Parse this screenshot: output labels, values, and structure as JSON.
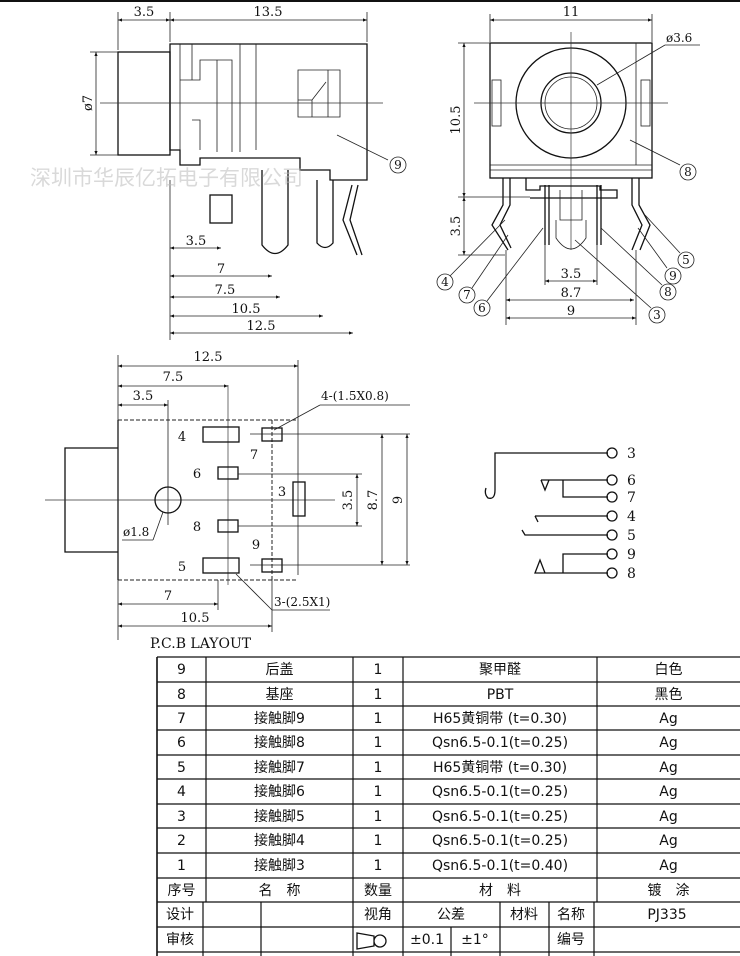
{
  "side_view": {
    "dims": {
      "front_len": "3.5",
      "body_len": "13.5",
      "diameter": "ø7",
      "d1": "3.5",
      "d2": "7",
      "d3": "7.5",
      "d4": "10.5",
      "d5": "12.5"
    },
    "callout": "9"
  },
  "front_view": {
    "dims": {
      "width": "11",
      "hole": "ø3.6",
      "height": "10.5",
      "pin_len": "3.5",
      "d1": "3.5",
      "d2": "8.7",
      "d3": "9"
    },
    "callouts": [
      "8",
      "4",
      "7",
      "6",
      "5",
      "9",
      "8",
      "3"
    ]
  },
  "pcb_layout": {
    "title": "P.C.B LAYOUT",
    "dims": {
      "d125": "12.5",
      "d75": "7.5",
      "d35": "3.5",
      "hole": "ø1.8",
      "pad_small": "4-(1.5X0.8)",
      "pad_large": "3-(2.5X1)",
      "d7": "7",
      "d105": "10.5",
      "v35": "3.5",
      "v87": "8.7",
      "v9": "9"
    },
    "pad_labels": {
      "p4": "4",
      "p7": "7",
      "p6": "6",
      "p3": "3",
      "p8": "8",
      "p9": "9",
      "p5": "5"
    }
  },
  "schematic": {
    "terminals": [
      "3",
      "6",
      "7",
      "4",
      "5",
      "9",
      "8"
    ]
  },
  "watermark": "深圳市华辰亿拓电子有限公司",
  "bom": {
    "rows": [
      {
        "no": "9",
        "name": "后盖",
        "qty": "1",
        "material": "聚甲醛",
        "finish": "白色"
      },
      {
        "no": "8",
        "name": "基座",
        "qty": "1",
        "material": "PBT",
        "finish": "黑色"
      },
      {
        "no": "7",
        "name": "接触脚9",
        "qty": "1",
        "material": "H65黄铜带 (t=0.30)",
        "finish": "Ag"
      },
      {
        "no": "6",
        "name": "接触脚8",
        "qty": "1",
        "material": "Qsn6.5-0.1(t=0.25)",
        "finish": "Ag"
      },
      {
        "no": "5",
        "name": "接触脚7",
        "qty": "1",
        "material": "H65黄铜带 (t=0.30)",
        "finish": "Ag"
      },
      {
        "no": "4",
        "name": "接触脚6",
        "qty": "1",
        "material": "Qsn6.5-0.1(t=0.25)",
        "finish": "Ag"
      },
      {
        "no": "3",
        "name": "接触脚5",
        "qty": "1",
        "material": "Qsn6.5-0.1(t=0.25)",
        "finish": "Ag"
      },
      {
        "no": "2",
        "name": "接触脚4",
        "qty": "1",
        "material": "Qsn6.5-0.1(t=0.25)",
        "finish": "Ag"
      },
      {
        "no": "1",
        "name": "接触脚3",
        "qty": "1",
        "material": "Qsn6.5-0.1(t=0.40)",
        "finish": "Ag"
      }
    ],
    "header": {
      "no": "序号",
      "name": "名　称",
      "qty": "数量",
      "material": "材　料",
      "finish": "镀　涂"
    },
    "title_block": {
      "design": "设计",
      "review": "审核",
      "view": "视角",
      "tolerance": "公差",
      "tol_linear": "±0.1",
      "tol_angle": "±1°",
      "material": "材料",
      "name_label": "名称",
      "name_value": "PJ335",
      "number_label": "编号"
    }
  }
}
